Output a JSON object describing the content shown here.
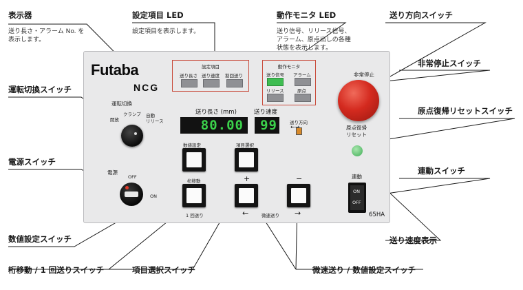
{
  "callouts": {
    "display": "表示器",
    "display_desc": "送り長さ・アラーム No. を\n表示します。",
    "setting_led": "設定項目 LED",
    "setting_led_desc": "設定項目を表示します。",
    "monitor_led": "動作モニタ LED",
    "monitor_led_desc": "送り信号、リリース信号、\nアラーム、原点出しの各種\n状態を表示します。",
    "feed_dir_switch": "送り方向スイッチ",
    "mode_switch": "運転切換スイッチ",
    "estop_switch": "非常停止スイッチ",
    "home_reset_switch": "原点復帰リセットスイッチ",
    "power_switch": "電源スイッチ",
    "continuous_switch": "連動スイッチ",
    "value_set_switch": "数値設定スイッチ",
    "feed_speed_display": "送り速度表示",
    "digit_move_switch": "桁移動 / 1 回送りスイッチ",
    "item_select_switch": "項目選択スイッチ",
    "jog_value_switch": "微速送り / 数値設定スイッチ"
  },
  "panel": {
    "brand": "Futaba",
    "model": "NCG",
    "model_code": "65HA",
    "setting_group_title": "設定項目",
    "setting_leds": [
      "送り長さ",
      "送り速度",
      "割回送り"
    ],
    "monitor_group_title": "動作モニタ",
    "monitor_leds": [
      "送り信号",
      "アラーム",
      "リリース",
      "原点"
    ],
    "feed_length_label": "送り長さ (mm)",
    "feed_length_value": "80.00",
    "feed_speed_label": "送り速度",
    "feed_speed_value": "99",
    "feed_dir_label": "送り方向",
    "mode_switch_label": "運転切換",
    "mode_opt_open": "開放",
    "mode_opt_clamp": "クランプ",
    "mode_opt_auto": "自動\nリリース",
    "power_label": "電源",
    "power_off": "OFF",
    "power_on": "ON",
    "btn_value_set": "数値設定",
    "btn_item_select": "項目選択",
    "btn_digit_move": "桁移動",
    "btn_one_feed": "1 回送り",
    "plus": "+",
    "minus": "−",
    "arrow_left": "←",
    "arrow_right": "→",
    "jog_label": "微速送り",
    "estop_label": "非常停止",
    "home_reset_label": "原点復帰\nリセット",
    "continuous_label": "連動",
    "continuous_on": "ON",
    "continuous_off": "OFF"
  },
  "colors": {
    "estop": "#d42a1f",
    "led_green": "#3fbd52",
    "segment_green": "#3bd24b",
    "highlight_box": "#c84a3a"
  }
}
